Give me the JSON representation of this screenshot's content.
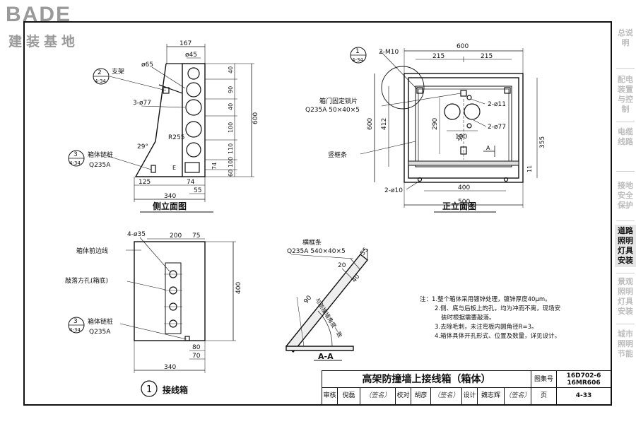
{
  "logo": {
    "brand": "BADE",
    "sub": "建装基地"
  },
  "sidebar": {
    "items": [
      {
        "label": "总说明",
        "active": false
      },
      {
        "label": "配电装置与控制",
        "active": false
      },
      {
        "label": "电缆线路",
        "active": false
      },
      {
        "label": "接地安全保护",
        "active": false
      },
      {
        "label": "道路照明灯具安装",
        "active": true
      },
      {
        "label": "景观照明灯具安装",
        "active": false
      },
      {
        "label": "城市照明节能",
        "active": false
      }
    ]
  },
  "side_view": {
    "title": "侧立面图",
    "callout_top": {
      "num": "2",
      "ref": "4-34",
      "text": "支架"
    },
    "callout_bottom": {
      "num": "3",
      "ref": "4-34",
      "text": "箱体链桩",
      "material": "Q235A"
    },
    "labels": {
      "d65": "ø65",
      "d45": "ø45",
      "d77": "3-ø77",
      "r255": "R255",
      "angle": "29°",
      "e": "E"
    },
    "dims": {
      "top": "167",
      "right_total": "600",
      "right_segments": [
        "40",
        "90",
        "40",
        "100",
        "110",
        "100",
        "60"
      ],
      "bottom_inner": [
        "125",
        "74",
        "55"
      ],
      "bottom_total": "340",
      "small": "74"
    }
  },
  "front_view": {
    "title": "正立面图",
    "callout": {
      "num": "1",
      "ref": "4-34",
      "text": "2-M10"
    },
    "labels": {
      "fixing": "箱门固定锁片",
      "fixing_material": "Q235A 50×40×5",
      "vertical_bar": "竖框条",
      "h11": "2-ø11",
      "h77": "2-ø77",
      "h10": "2-ø10",
      "section": "A"
    },
    "dims": {
      "top_total": "600",
      "top_segments": [
        "215",
        "215"
      ],
      "left_outer": "600",
      "left_inner": "412",
      "inner_h": "290",
      "mid": "100",
      "right": "355",
      "small": "11",
      "small2": "30",
      "bottom_inner": "400",
      "bottom_total": "500"
    }
  },
  "bottom_view": {
    "callout_num": "1",
    "title": "接线箱",
    "labels": {
      "holes": "4-ø35",
      "front_edge": "箱体前边线",
      "knockout": "敲落方孔(箱底)",
      "chain": "箱体链桩",
      "material": "Q235A",
      "ref_num": "3",
      "ref": "4-34"
    },
    "dims": {
      "top": [
        "200",
        "75"
      ],
      "right": "400",
      "bottom_small": [
        "80",
        "70"
      ],
      "bottom_total": "340"
    }
  },
  "section_view": {
    "title": "A-A",
    "labels": {
      "bar": "横框条",
      "bar_material": "Q235A 540×40×5",
      "angle_text": "与防撞墙角度一致",
      "d90": "90",
      "d20": "20",
      "d40": "40",
      "d55": "55"
    }
  },
  "notes": {
    "head": "注：",
    "lines": [
      "1.整个箱体采用镀锌处理，镀锌厚度40μm。",
      "2.侧、底与后板上的孔，均为冲而不离，现场安",
      "装时根据需要敲落。",
      "3.去除毛刺，未注弯板内圆角径R=3。",
      "4.箱体具体开孔形式、位置及数量，详见设计。"
    ]
  },
  "title_block": {
    "title": "高架防撞墙上接线箱（箱体）",
    "atlas_label": "图集号",
    "atlas_code1": "16D702-6",
    "atlas_code2": "16MR606",
    "row": [
      {
        "text": "审核"
      },
      {
        "text": "倪磊"
      },
      {
        "text": "（签名）"
      },
      {
        "text": "校对"
      },
      {
        "text": "胡彦"
      },
      {
        "text": "（签名）"
      },
      {
        "text": "设计"
      },
      {
        "text": "魏志辉"
      },
      {
        "text": "（签名）"
      },
      {
        "text": "页"
      },
      {
        "text": "4-33"
      }
    ]
  }
}
